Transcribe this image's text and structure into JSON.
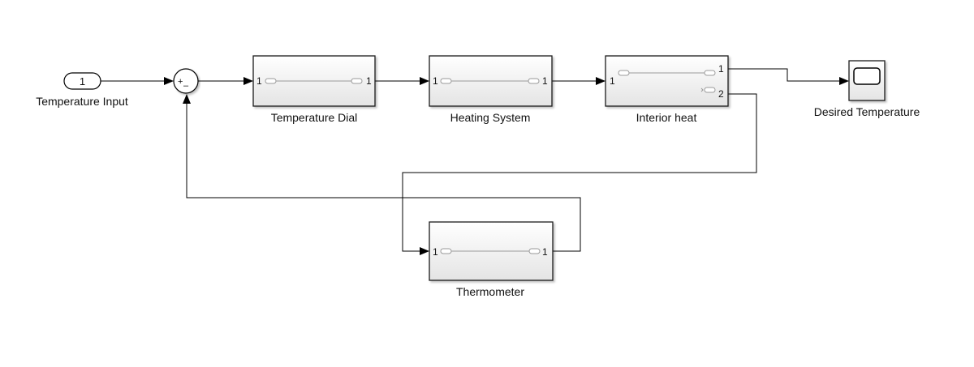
{
  "inport": {
    "number": "1",
    "label": "Temperature Input"
  },
  "sum": {
    "plus": "+",
    "minus": "–"
  },
  "blocks": {
    "dial": {
      "label": "Temperature Dial",
      "in_port": "1",
      "out_port": "1"
    },
    "heating": {
      "label": "Heating System",
      "in_port": "1",
      "out_port": "1"
    },
    "interior": {
      "label": "Interior heat",
      "in_port": "1",
      "out_port_1": "1",
      "out_port_2": "2"
    },
    "thermometer": {
      "label": "Thermometer",
      "in_port": "1",
      "out_port": "1"
    }
  },
  "scope": {
    "label": "Desired Temperature",
    "icon": "scope-icon"
  },
  "colors": {
    "line": "#000000",
    "block_border": "#1a1a1a",
    "block_fill_top": "#ffffff",
    "block_fill_bottom": "#e6e6e6"
  }
}
